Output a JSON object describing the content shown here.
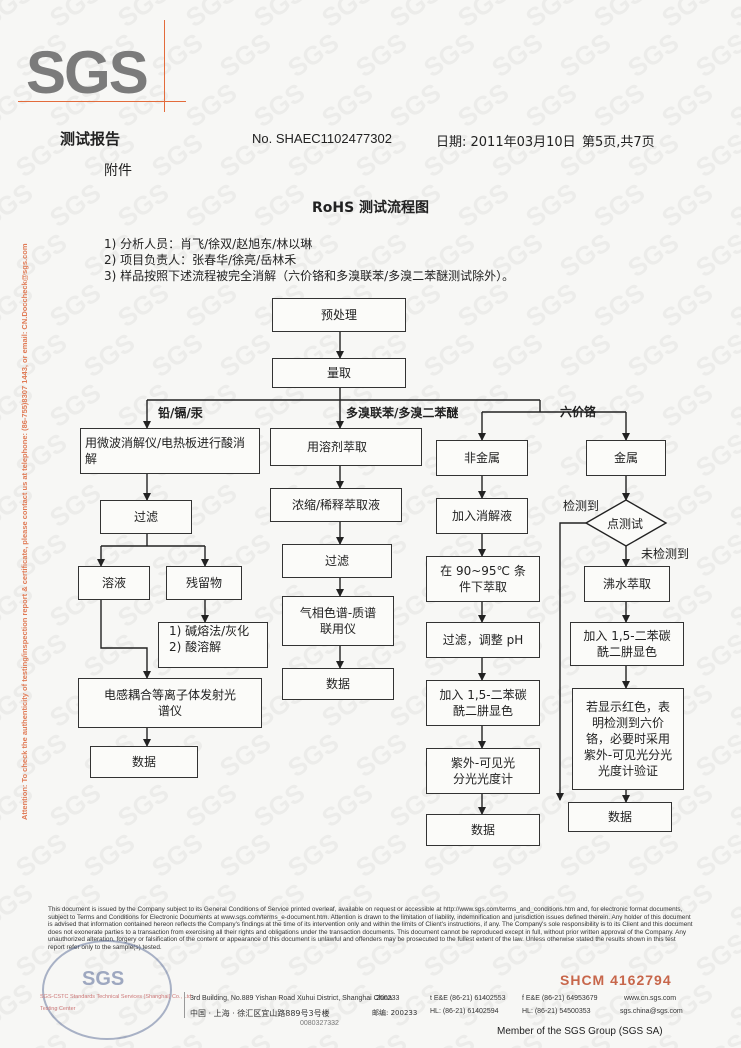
{
  "header": {
    "logo": "SGS",
    "report_title": "测试报告",
    "report_no": "No. SHAEC1102477302",
    "date": "日期: 2011年03月10日",
    "page": "第5页,共7页",
    "section": "附件"
  },
  "side_notice": "Attention: To check the authenticity of testing/inspection report & certificate, please contact us at telephone: (86-755)8307 1443, or email: CN.Doccheck@sgs.com",
  "doc_title": "RoHS 测试流程图",
  "notes": [
    "1)  分析人员：肖飞/徐双/赵旭东/林以琳",
    "2)  项目负责人：张春华/徐亮/岳林禾",
    "3)  样品按照下述流程被完全消解（六价铬和多溴联苯/多溴二苯醚测试除外）。"
  ],
  "flow": {
    "pretreat": "预处理",
    "measure": "量取",
    "branch_labels": {
      "metals": "铅/镉/汞",
      "pbb": "多溴联苯/多溴二苯醚",
      "cr6": "六价铬"
    },
    "col1": {
      "digest": "用微波消解仪/电热板进行酸消解",
      "filter": "过滤",
      "solution": "溶液",
      "residue": "残留物",
      "residue_method_1": "1)  碱熔法/灰化",
      "residue_method_2": "2)  酸溶解",
      "icp": "电感耦合等离子体发射光谱仪",
      "data": "数据"
    },
    "col2": {
      "extract": "用溶剂萃取",
      "concentrate": "浓缩/稀释萃取液",
      "filter": "过滤",
      "gcms": "气相色谱-质谱联用仪",
      "data": "数据"
    },
    "col3": {
      "nonmetal": "非金属",
      "add_digest": "加入消解液",
      "heat": "在 90~95℃ 条件下萃取",
      "ph": "过滤，调整 pH",
      "reagent": "加入 1,5-二苯碳酰二肼显色",
      "uv": "紫外-可见光分光光度计",
      "data": "数据"
    },
    "col4": {
      "metal": "金属",
      "spot_test": "点测试",
      "detected": "检测到",
      "not_detected": "未检测到",
      "boil": "沸水萃取",
      "reagent": "加入 1,5-二苯碳酰二肼显色",
      "verify": "若显示红色，表明检测到六价铬，必要时采用紫外-可见光分光光度计验证",
      "data": "数据"
    }
  },
  "fine_print": "This document is issued by the Company subject to its General Conditions of Service printed overleaf, available on request or accessible at http://www.sgs.com/terms_and_conditions.htm and, for electronic format documents, subject to Terms and Conditions for Electronic Documents at www.sgs.com/terms_e-document.htm. Attention is drawn to the limitation of liability, indemnification and jurisdiction issues defined therein. Any holder of this document is advised that information contained hereon reflects the Company's findings at the time of its intervention only and within the limits of Client's instructions, if any. The Company's sole responsibility is to its Client and this document does not exonerate parties to a transaction from exercising all their rights and obligations under the transaction documents. This document cannot be reproduced except in full, without prior written approval of the Company. Any unauthorized alteration, forgery or falsification of the content or appearance of this document is unlawful and offenders may be prosecuted to the fullest extent of the law. Unless otherwise stated the results shown in this test report refer only to the sample(s) tested.",
  "stamp": "SGS",
  "serial": "SHCM 4162794",
  "footer": {
    "company_en": "SGS-CSTC Standards Technical Services (Shanghai) Co., Ltd.",
    "company_en2": "Testing Center",
    "addr_en": "3rd Building, No.889 Yishan Road Xuhui District, Shanghai China",
    "zip_en": "200233",
    "tel_en": "t E&E (86-21) 61402553",
    "fax_en": "f E&E (86-21) 64953679",
    "web_en": "www.cn.sgs.com",
    "addr_cn": "中国 · 上海 · 徐汇区宜山路889号3号楼",
    "zip_cn": "邮编: 200233",
    "tel_cn": "HL: (86-21) 61402594",
    "fax_cn": "HL: (86-21) 54500353",
    "email": "sgs.china@sgs.com",
    "code": "0080327332",
    "member": "Member of the SGS Group (SGS SA)"
  }
}
